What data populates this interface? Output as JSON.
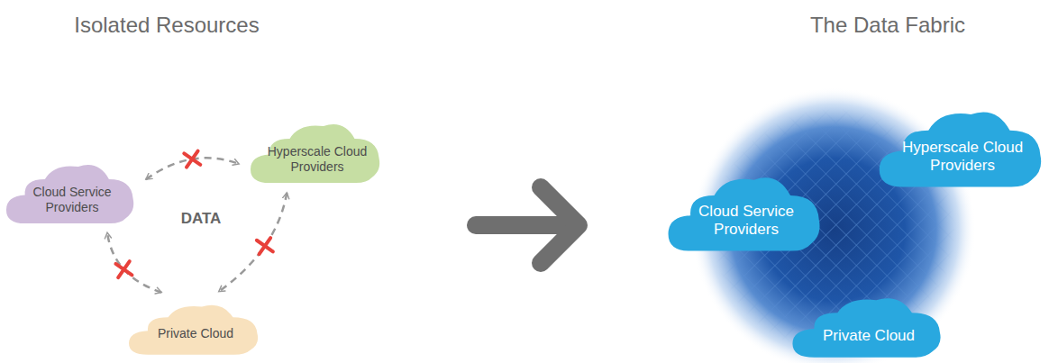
{
  "diagram": {
    "nodes": [
      {
        "text": [
          "Cloud Service Providers"
        ]
      },
      {
        "text": [
          "Hyperscale Cloud Providers"
        ]
      },
      {
        "text": [
          "Private Cloud"
        ]
      },
      {
        "text": [
          "Cloud Service Providers"
        ]
      },
      {
        "text": [
          "Hyperscale Cloud Providers"
        ]
      },
      {
        "text": [
          "Private Cloud"
        ]
      }
    ],
    "edges": [
      {
        "from": 0,
        "to": 1,
        "arrow": "both"
      },
      {
        "from": 1,
        "to": 2,
        "arrow": "both"
      },
      {
        "from": 2,
        "to": 0,
        "arrow": "both"
      }
    ],
    "labels": [
      "Isolated Resources",
      "The Data Fabric",
      "DATA"
    ]
  }
}
